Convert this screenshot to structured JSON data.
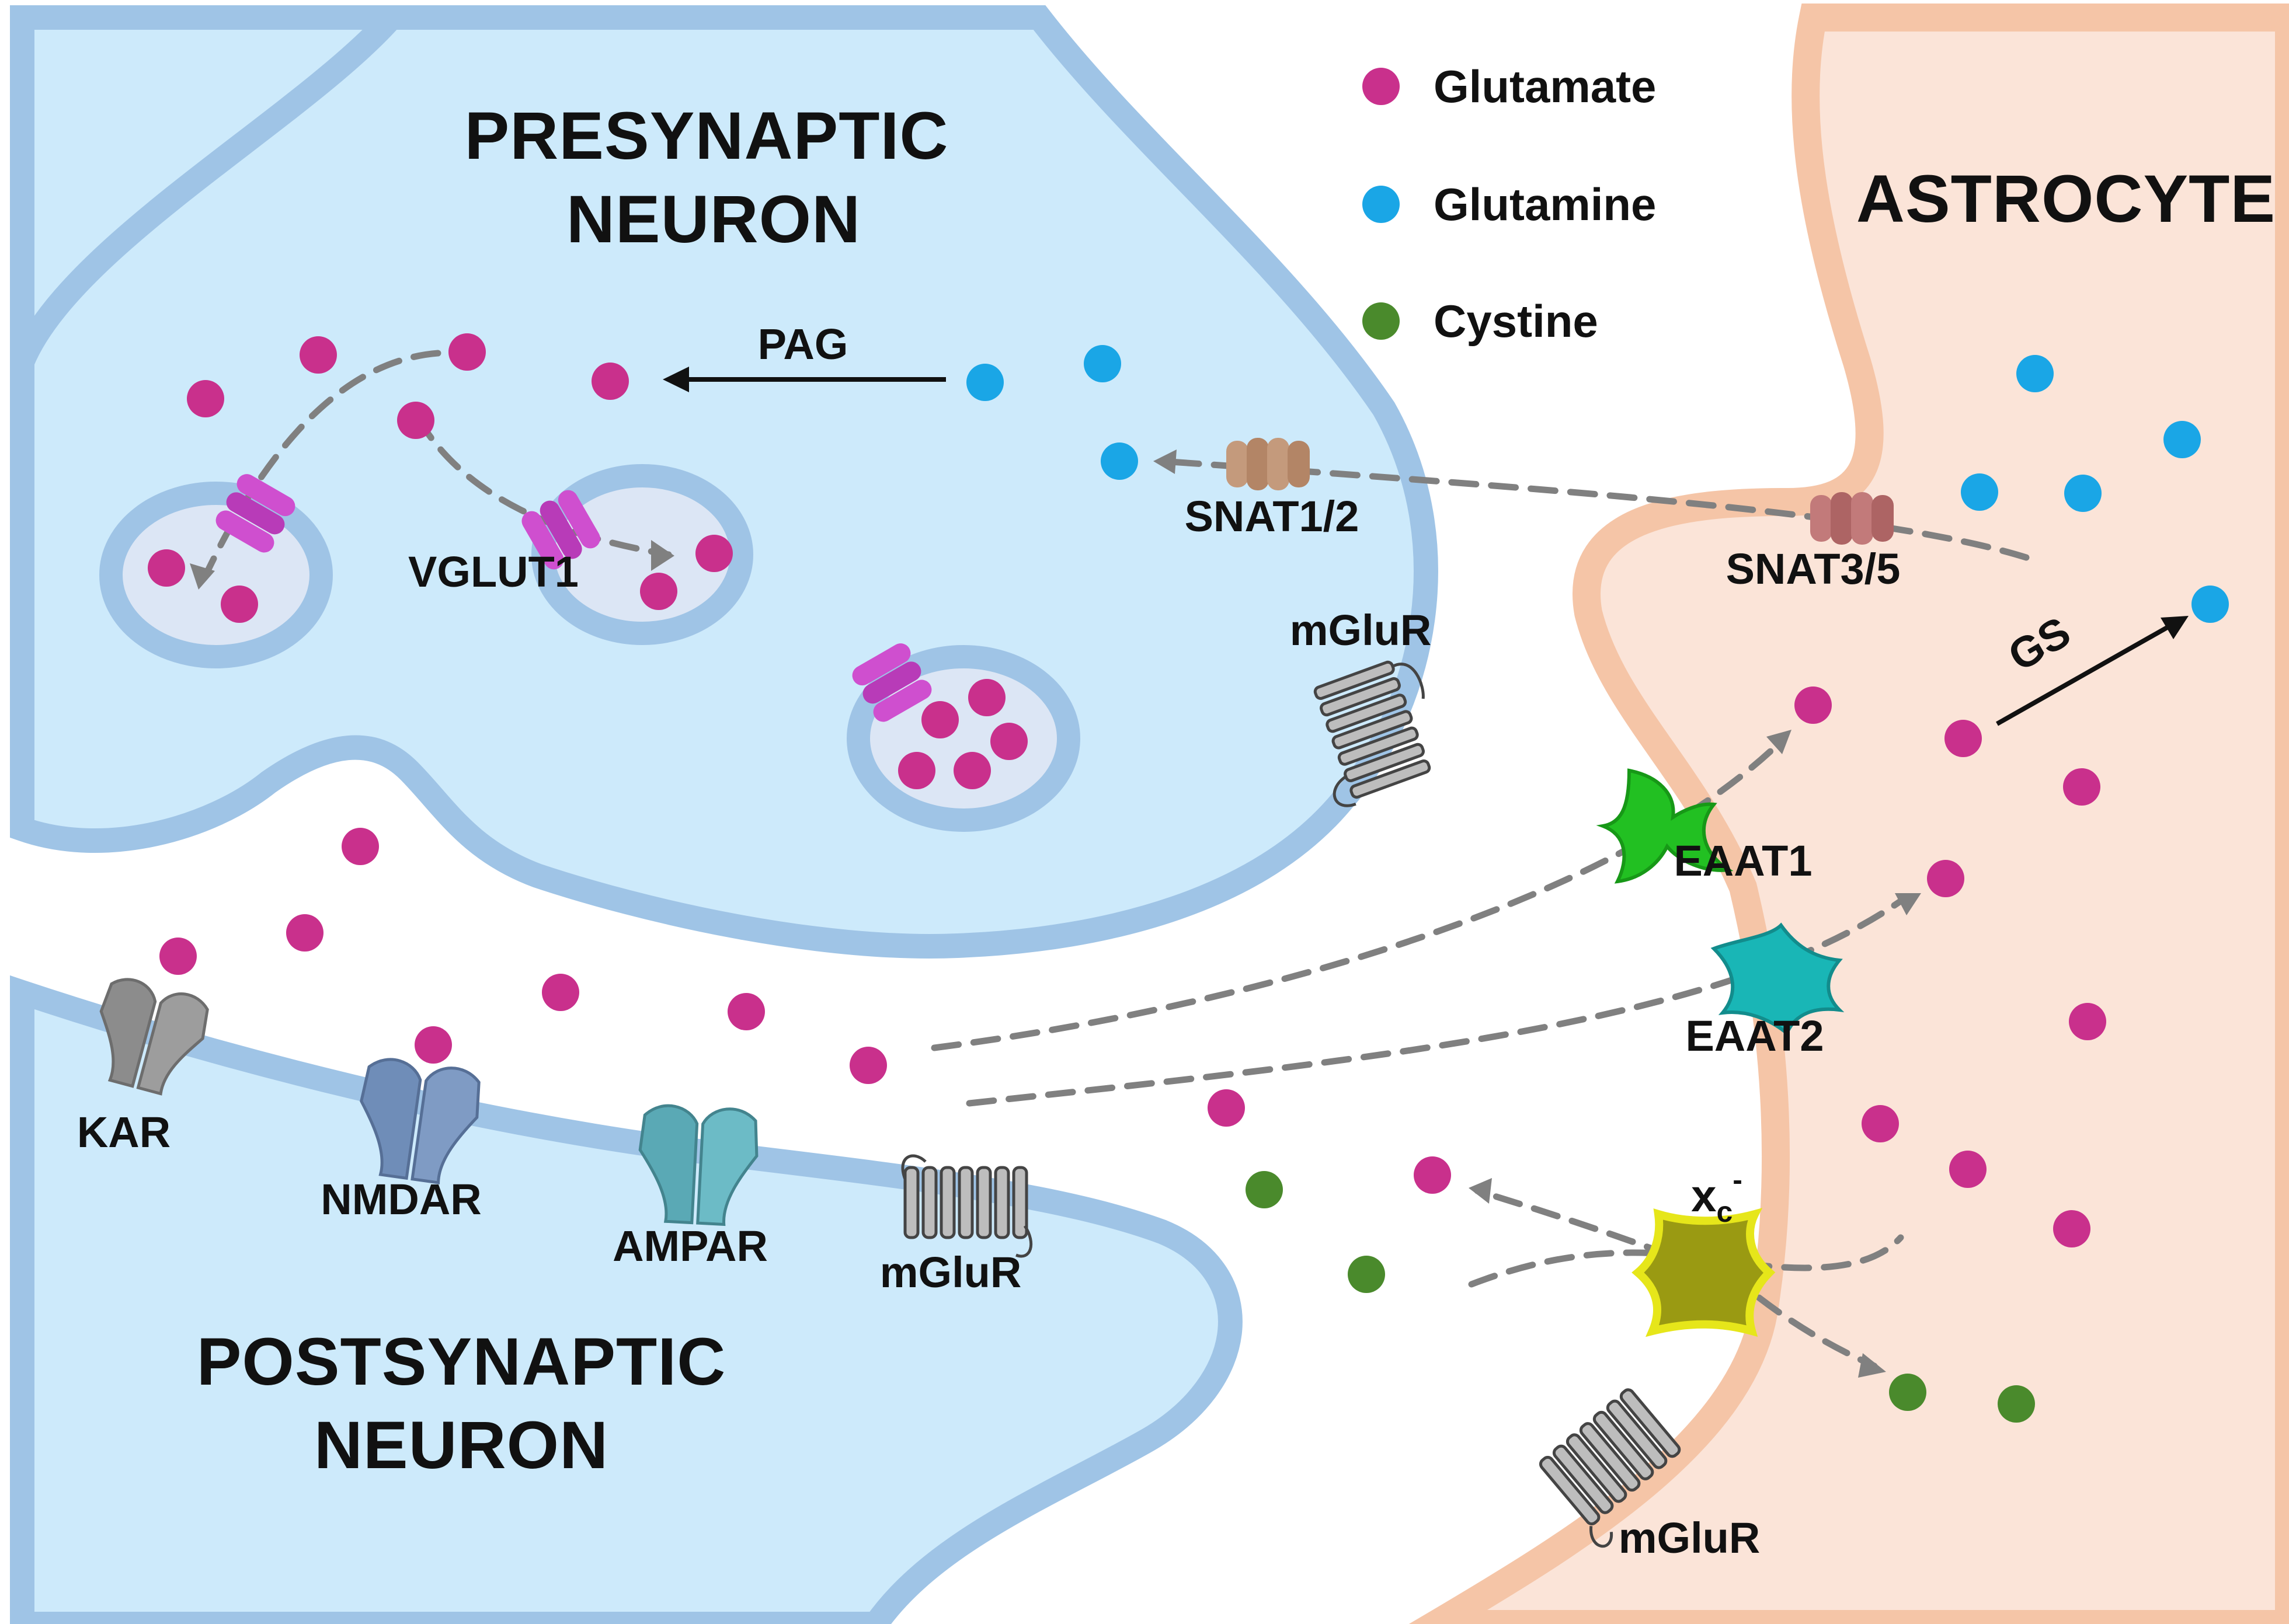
{
  "labels": {
    "presynaptic": [
      "PRESYNAPTIC",
      "NEURON"
    ],
    "postsynaptic": [
      "POSTSYNAPTIC",
      "NEURON"
    ],
    "astrocyte": "ASTROCYTE",
    "pag": "PAG",
    "vglut1": "VGLUT1",
    "snat12": "SNAT1/2",
    "snat35": "SNAT3/5",
    "mglur_pre": "mGluR",
    "mglur_post": "mGluR",
    "mglur_astro": "mGluR",
    "eaat1": "EAAT1",
    "eaat2": "EAAT2",
    "xc": "x",
    "xc_sub": "c",
    "xc_sup": "-",
    "gs": "GS",
    "kar": "KAR",
    "nmdar": "NMDAR",
    "ampar": "AMPAR"
  },
  "legend": [
    {
      "label": "Glutamate",
      "color": "#c9308c"
    },
    {
      "label": "Glutamine",
      "color": "#1aa6e6"
    },
    {
      "label": "Cystine",
      "color": "#4a8a2c"
    }
  ],
  "colors": {
    "neuron_fill": "#cdeafb",
    "neuron_membrane": "#9fc4e6",
    "astrocyte_fill": "#fbe4d8",
    "astrocyte_membrane": "#f5c5a7",
    "vesicle_fill": "#dce6f5",
    "vglut": "#cf4fcf",
    "snat": "#c49a7c",
    "snat35": "#c27a7a",
    "eaat1": "#22c022",
    "eaat2": "#19b6b6",
    "xc": "#9a9a12",
    "kar": "#8c8c8c",
    "nmdar": "#6f8db8",
    "ampar": "#5aa9b5",
    "mglur": "#bdbdbd"
  }
}
